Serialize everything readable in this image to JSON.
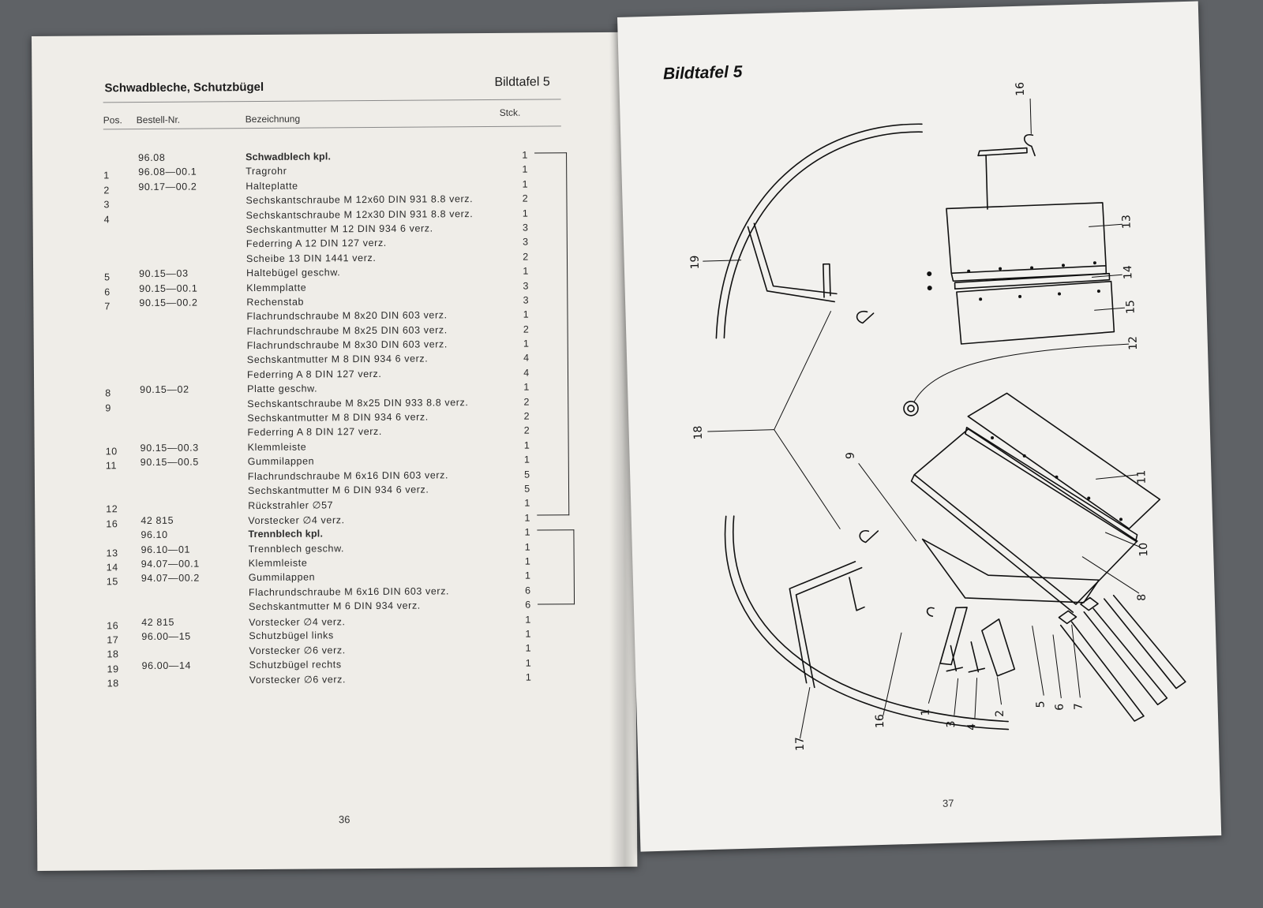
{
  "left_page": {
    "title": "Schwadbleche, Schutzbügel",
    "bildtafel": "Bildtafel 5",
    "headers": {
      "pos": "Pos.",
      "nr": "Bestell-Nr.",
      "bez": "Bezeichnung",
      "qty": "Stck."
    },
    "rows": [
      {
        "pos": "",
        "nr": "96.08",
        "bez": "Schwadblech kpl.",
        "qty": "1"
      },
      {
        "pos": "1",
        "nr": "96.08—00.1",
        "bez": "Tragrohr",
        "qty": "1"
      },
      {
        "pos": "2",
        "nr": "90.17—00.2",
        "bez": "Halteplatte",
        "qty": "1"
      },
      {
        "pos": "3",
        "nr": "",
        "bez": "Sechskantschraube M 12x60 DIN 931 8.8 verz.",
        "qty": "2"
      },
      {
        "pos": "4",
        "nr": "",
        "bez": "Sechskantschraube M 12x30 DIN 931 8.8 verz.",
        "qty": "1"
      },
      {
        "pos": "",
        "nr": "",
        "bez": "Sechskantmutter M 12 DIN 934 6 verz.",
        "qty": "3"
      },
      {
        "pos": "",
        "nr": "",
        "bez": "Federring A 12 DIN 127 verz.",
        "qty": "3"
      },
      {
        "pos": "",
        "nr": "",
        "bez": "Scheibe 13 DIN 1441 verz.",
        "qty": "2"
      },
      {
        "pos": "5",
        "nr": "90.15—03",
        "bez": "Haltebügel geschw.",
        "qty": "1"
      },
      {
        "pos": "6",
        "nr": "90.15—00.1",
        "bez": "Klemmplatte",
        "qty": "3"
      },
      {
        "pos": "7",
        "nr": "90.15—00.2",
        "bez": "Rechenstab",
        "qty": "3"
      },
      {
        "pos": "",
        "nr": "",
        "bez": "Flachrundschraube M 8x20 DIN 603 verz.",
        "qty": "1"
      },
      {
        "pos": "",
        "nr": "",
        "bez": "Flachrundschraube M 8x25 DIN 603 verz.",
        "qty": "2"
      },
      {
        "pos": "",
        "nr": "",
        "bez": "Flachrundschraube M 8x30 DIN 603 verz.",
        "qty": "1"
      },
      {
        "pos": "",
        "nr": "",
        "bez": "Sechskantmutter M 8 DIN 934 6 verz.",
        "qty": "4"
      },
      {
        "pos": "",
        "nr": "",
        "bez": "Federring A 8 DIN 127 verz.",
        "qty": "4"
      },
      {
        "pos": "8",
        "nr": "90.15—02",
        "bez": "Platte geschw.",
        "qty": "1"
      },
      {
        "pos": "9",
        "nr": "",
        "bez": "Sechskantschraube M 8x25 DIN 933 8.8 verz.",
        "qty": "2"
      },
      {
        "pos": "",
        "nr": "",
        "bez": "Sechskantmutter M 8 DIN 934 6 verz.",
        "qty": "2"
      },
      {
        "pos": "",
        "nr": "",
        "bez": "Federring A 8 DIN 127 verz.",
        "qty": "2"
      },
      {
        "pos": "10",
        "nr": "90.15—00.3",
        "bez": "Klemmleiste",
        "qty": "1"
      },
      {
        "pos": "11",
        "nr": "90.15—00.5",
        "bez": "Gummilappen",
        "qty": "1"
      },
      {
        "pos": "",
        "nr": "",
        "bez": "Flachrundschraube M 6x16 DIN 603 verz.",
        "qty": "5"
      },
      {
        "pos": "",
        "nr": "",
        "bez": "Sechskantmutter M 6 DIN 934 6 verz.",
        "qty": "5"
      },
      {
        "pos": "12",
        "nr": "",
        "bez": "Rückstrahler ∅57",
        "qty": "1"
      },
      {
        "pos": "16",
        "nr": "42 815",
        "bez": "Vorstecker ∅4 verz.",
        "qty": "1"
      },
      {
        "pos": "",
        "nr": "96.10",
        "bez": "Trennblech kpl.",
        "qty": "1"
      },
      {
        "pos": "13",
        "nr": "96.10—01",
        "bez": "Trennblech geschw.",
        "qty": "1"
      },
      {
        "pos": "14",
        "nr": "94.07—00.1",
        "bez": "Klemmleiste",
        "qty": "1"
      },
      {
        "pos": "15",
        "nr": "94.07—00.2",
        "bez": "Gummilappen",
        "qty": "1"
      },
      {
        "pos": "",
        "nr": "",
        "bez": "Flachrundschraube M 6x16 DIN 603 verz.",
        "qty": "6"
      },
      {
        "pos": "",
        "nr": "",
        "bez": "Sechskantmutter M 6 DIN 934 verz.",
        "qty": "6"
      },
      {
        "pos": "16",
        "nr": "42 815",
        "bez": "Vorstecker ∅4 verz.",
        "qty": "1"
      },
      {
        "pos": "17",
        "nr": "96.00—15",
        "bez": "Schutzbügel links",
        "qty": "1"
      },
      {
        "pos": "18",
        "nr": "",
        "bez": "Vorstecker ∅6 verz.",
        "qty": "1"
      },
      {
        "pos": "19",
        "nr": "96.00—14",
        "bez": "Schutzbügel rechts",
        "qty": "1"
      },
      {
        "pos": "18",
        "nr": "",
        "bez": "Vorstecker ∅6 verz.",
        "qty": "1"
      }
    ],
    "page_number": "36"
  },
  "right_page": {
    "bildtafel": "Bildtafel 5",
    "callouts": [
      "16",
      "13",
      "14",
      "15",
      "19",
      "12",
      "18",
      "9",
      "11",
      "10",
      "8",
      "17",
      "16",
      "1",
      "3",
      "4",
      "2",
      "5",
      "6",
      "7"
    ],
    "page_number": "37"
  }
}
